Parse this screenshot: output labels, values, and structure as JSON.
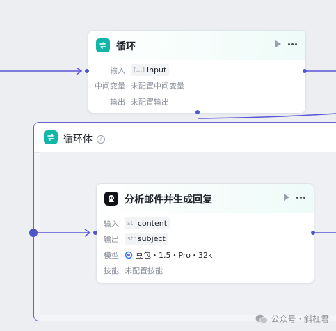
{
  "loop_node": {
    "title": "循环",
    "icon": "loop-icon",
    "rows": {
      "input_label": "输入",
      "input_tag": "[…]",
      "input_value": "input",
      "var_label": "中间变量",
      "var_value": "未配置中间变量",
      "output_label": "输出",
      "output_value": "未配置输出"
    }
  },
  "loop_body": {
    "title": "循环体",
    "icon": "loop-icon",
    "info_icon": "info-icon"
  },
  "llm_node": {
    "title": "分析邮件并生成回复",
    "icon": "llm-icon",
    "rows": {
      "input_label": "输入",
      "input_tag": "str",
      "input_value": "content",
      "output_label": "输出",
      "output_tag": "str",
      "output_value": "subject",
      "model_label": "模型",
      "model_value": "豆包・1.5・Pro・32k",
      "skill_label": "技能",
      "skill_value": "未配置技能"
    }
  },
  "watermark": {
    "text": "公众号 · 斜杠君"
  },
  "colors": {
    "wire": "#5a55d6",
    "accent_teal": "#13b5a6"
  }
}
